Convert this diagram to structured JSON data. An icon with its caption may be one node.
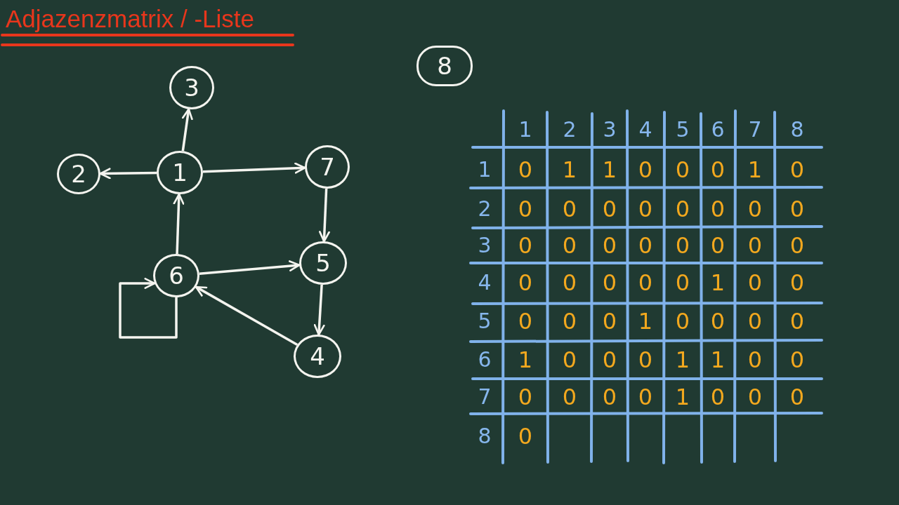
{
  "diagram": {
    "title": "Adjazenzmatrix / -Liste",
    "nodes": [
      {
        "text": [
          "3"
        ]
      },
      {
        "text": [
          "8"
        ]
      },
      {
        "text": [
          "2"
        ]
      },
      {
        "text": [
          "1"
        ]
      },
      {
        "text": [
          "7"
        ]
      },
      {
        "text": [
          "6"
        ]
      },
      {
        "text": [
          "5"
        ]
      },
      {
        "text": [
          "4"
        ]
      }
    ],
    "edges": [
      {
        "from": 3,
        "to": 0,
        "arrow": "to"
      },
      {
        "from": 3,
        "to": 2,
        "arrow": "to"
      },
      {
        "from": 3,
        "to": 4,
        "arrow": "to"
      },
      {
        "from": 5,
        "to": 3,
        "arrow": "to"
      },
      {
        "from": 4,
        "to": 6,
        "arrow": "to"
      },
      {
        "from": 5,
        "to": 6,
        "arrow": "to"
      },
      {
        "from": 5,
        "to": 5,
        "arrow": "to"
      },
      {
        "from": 6,
        "to": 7,
        "arrow": "to"
      },
      {
        "from": 7,
        "to": 5,
        "arrow": "to"
      }
    ],
    "labels": [
      "1",
      "2",
      "3",
      "4",
      "5",
      "6",
      "7",
      "8",
      "1",
      "0",
      "1",
      "1",
      "0",
      "0",
      "0",
      "1",
      "0",
      "2",
      "0",
      "0",
      "0",
      "0",
      "0",
      "0",
      "0",
      "0",
      "3",
      "0",
      "0",
      "0",
      "0",
      "0",
      "0",
      "0",
      "0",
      "4",
      "0",
      "0",
      "0",
      "0",
      "0",
      "1",
      "0",
      "0",
      "5",
      "0",
      "0",
      "0",
      "1",
      "0",
      "0",
      "0",
      "0",
      "6",
      "1",
      "0",
      "0",
      "0",
      "1",
      "1",
      "0",
      "0",
      "7",
      "0",
      "0",
      "0",
      "0",
      "1",
      "0",
      "0",
      "0",
      "8",
      "0"
    ]
  }
}
